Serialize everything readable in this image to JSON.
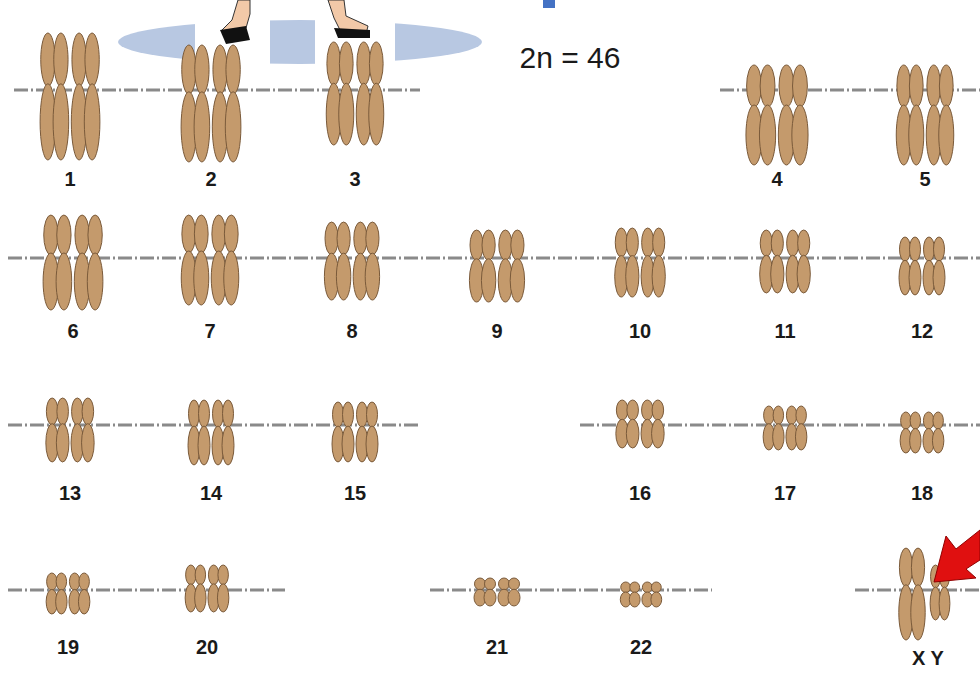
{
  "diagram": {
    "labels": [
      "2n = 46",
      "1",
      "2",
      "3",
      "4",
      "5",
      "6",
      "7",
      "8",
      "9",
      "10",
      "11",
      "12",
      "13",
      "14",
      "15",
      "16",
      "17",
      "18",
      "19",
      "20",
      "21",
      "22",
      "X Y"
    ]
  }
}
